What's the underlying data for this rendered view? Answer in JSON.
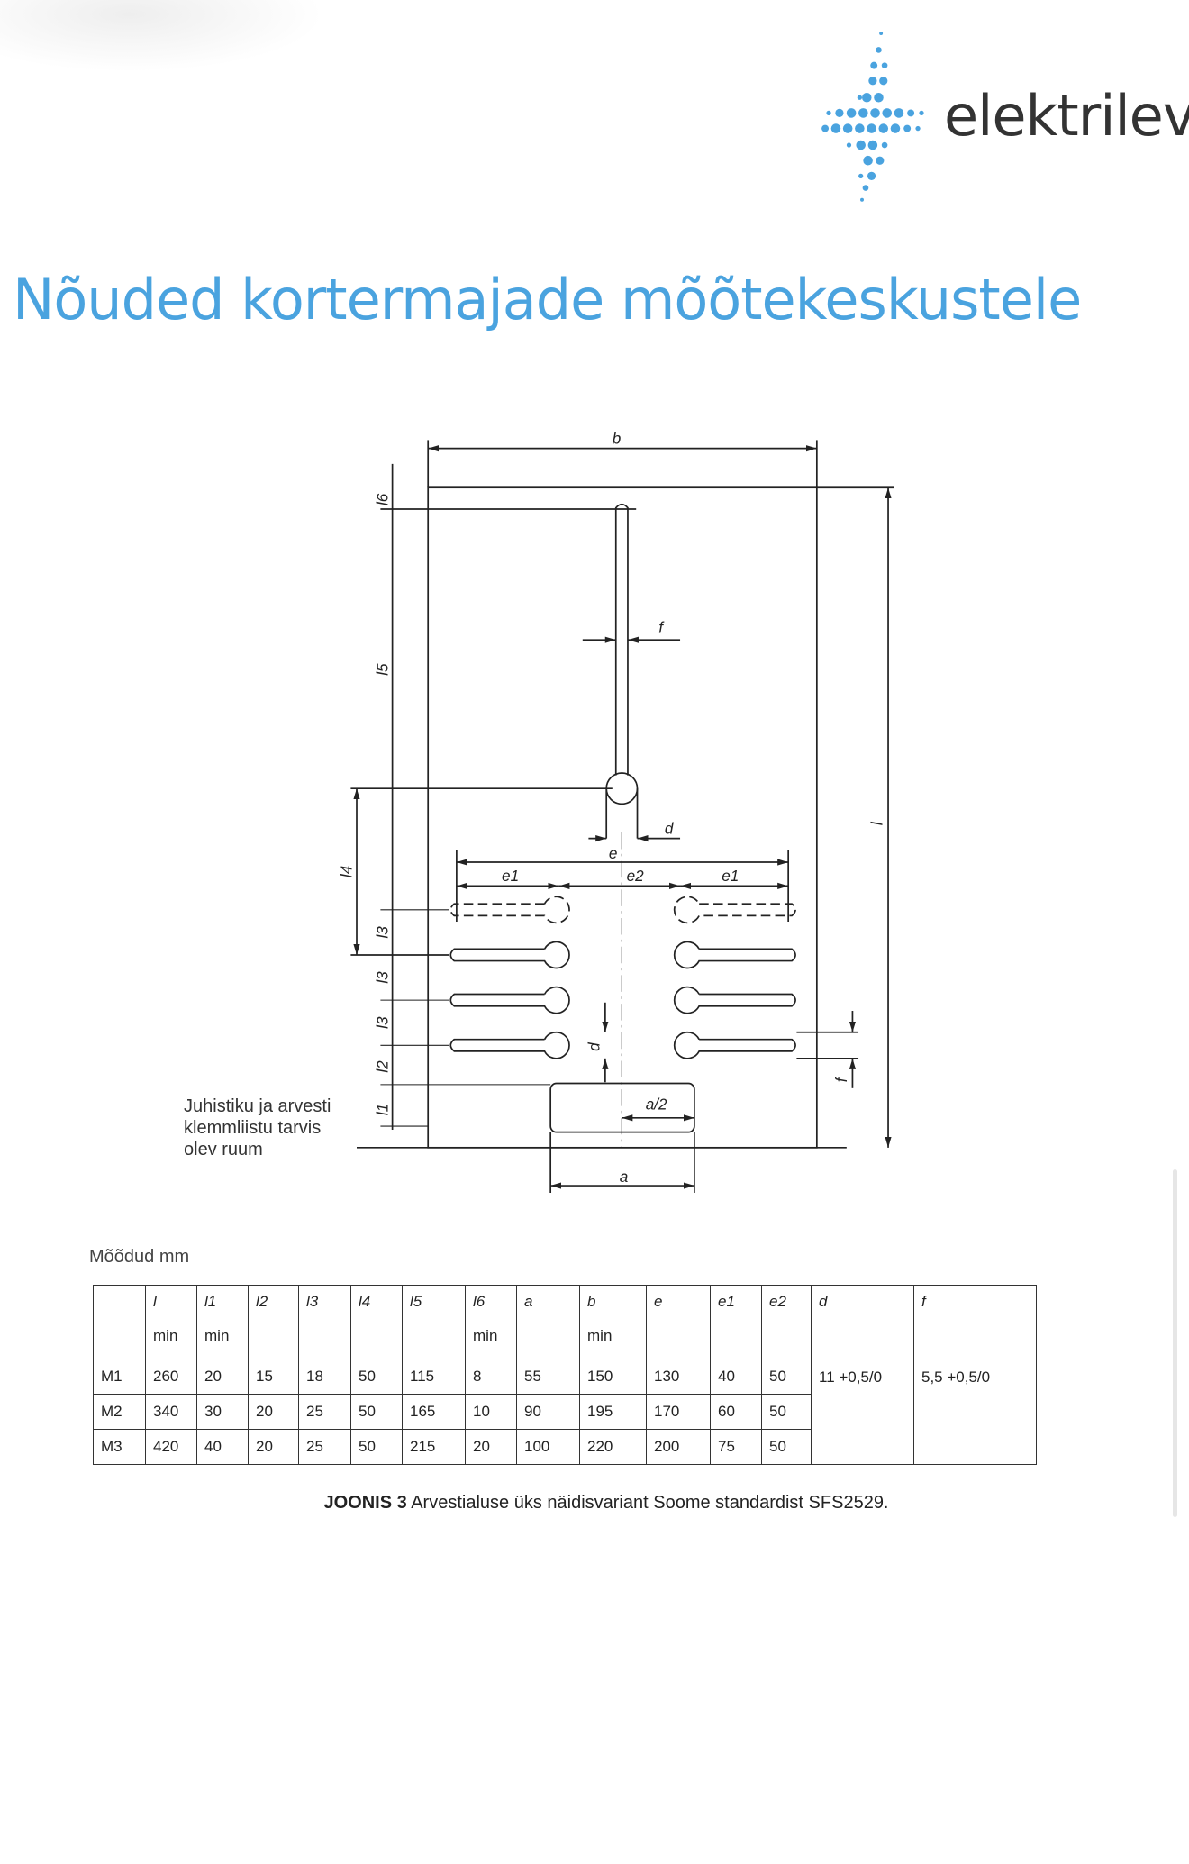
{
  "brand": {
    "name": "elektrilevi",
    "color": "#4aa3df"
  },
  "title": "Nõuded kortermajade mõõtekeskustele",
  "drawing": {
    "labels": {
      "b": "b",
      "l": "l",
      "l6": "l6",
      "l5": "l5",
      "l4": "l4",
      "l3a": "l3",
      "l3b": "l3",
      "l3c": "l3",
      "l2": "l2",
      "l1": "l1",
      "f_top": "f",
      "d_top": "d",
      "e": "e",
      "e1_left": "e1",
      "e2": "e2",
      "e1_right": "e1",
      "d_mid": "d",
      "f_right": "f",
      "a_half": "a/2",
      "a": "a"
    },
    "area_label": [
      "Juhistiku ja arvesti",
      "klemmliistu tarvis",
      "olev ruum"
    ]
  },
  "table": {
    "units_label": "Mõõdud mm",
    "headers": [
      {
        "sym": "",
        "note": ""
      },
      {
        "sym": "l",
        "note": "min"
      },
      {
        "sym": "l1",
        "note": "min"
      },
      {
        "sym": "l2",
        "note": ""
      },
      {
        "sym": "l3",
        "note": ""
      },
      {
        "sym": "l4",
        "note": ""
      },
      {
        "sym": "l5",
        "note": ""
      },
      {
        "sym": "l6",
        "note": "min"
      },
      {
        "sym": "a",
        "note": ""
      },
      {
        "sym": "b",
        "note": "min"
      },
      {
        "sym": "e",
        "note": ""
      },
      {
        "sym": "e1",
        "note": ""
      },
      {
        "sym": "e2",
        "note": ""
      },
      {
        "sym": "d",
        "note": ""
      },
      {
        "sym": "f",
        "note": ""
      }
    ],
    "rows": [
      [
        "M1",
        "260",
        "20",
        "15",
        "18",
        "50",
        "115",
        "8",
        "55",
        "150",
        "130",
        "40",
        "50"
      ],
      [
        "M2",
        "340",
        "30",
        "20",
        "25",
        "50",
        "165",
        "10",
        "90",
        "195",
        "170",
        "60",
        "50"
      ],
      [
        "M3",
        "420",
        "40",
        "20",
        "25",
        "50",
        "215",
        "20",
        "100",
        "220",
        "200",
        "75",
        "50"
      ]
    ],
    "d_value": "11 +0,5/0",
    "f_value": "5,5 +0,5/0"
  },
  "caption": {
    "bold": "JOONIS 3",
    "text": " Arvestialuse üks näidisvariant Soome standardist SFS2529."
  }
}
